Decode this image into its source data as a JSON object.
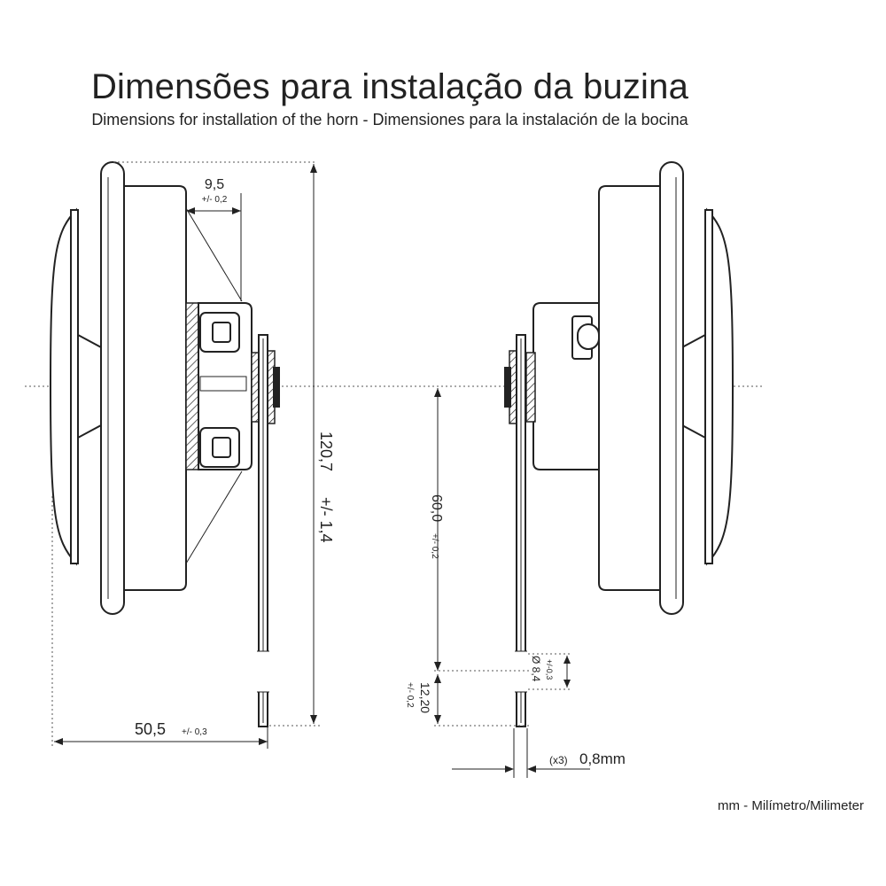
{
  "title": "Dimensões para instalação da buzina",
  "subtitle": "Dimensions for installation of the horn - Dimensiones para la instalación de la bocina",
  "dimensions": {
    "depth_value": "9,5",
    "depth_tol": "+/- 0,2",
    "height_value": "120,7",
    "height_tol": "+/- 1,4",
    "width_value": "50,5",
    "width_tol": "+/- 0,3",
    "center_value": "60,0",
    "center_tol": "+/- 0,2",
    "hole_value": "Ø 8,4",
    "hole_tol": "+/-0,3",
    "bottom_value": "12,20",
    "bottom_tol": "+/- 0,2",
    "thick_prefix": "(x3)",
    "thick_value": "0,8mm"
  },
  "footer": "mm - Milímetro/Milimeter"
}
